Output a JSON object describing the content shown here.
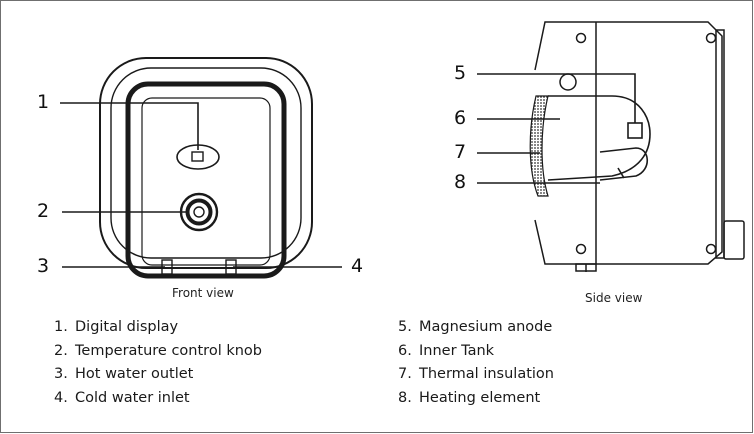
{
  "captions": {
    "front": "Front view",
    "side": "Side view"
  },
  "callouts": {
    "front": [
      "1",
      "2",
      "3",
      "4"
    ],
    "side": [
      "5",
      "6",
      "7",
      "8"
    ]
  },
  "legend_left": [
    {
      "num": "1.",
      "label": "Digital display"
    },
    {
      "num": "2.",
      "label": "Temperature control knob"
    },
    {
      "num": "3.",
      "label": "Hot water outlet"
    },
    {
      "num": "4.",
      "label": "Cold water inlet"
    }
  ],
  "legend_right": [
    {
      "num": "5.",
      "label": "Magnesium anode"
    },
    {
      "num": "6.",
      "label": "Inner Tank"
    },
    {
      "num": "7.",
      "label": "Thermal insulation"
    },
    {
      "num": "8.",
      "label": "Heating element"
    }
  ],
  "colors": {
    "line": "#1a1a1a",
    "frame": "#6f6f6f",
    "insulation": "#555555"
  }
}
